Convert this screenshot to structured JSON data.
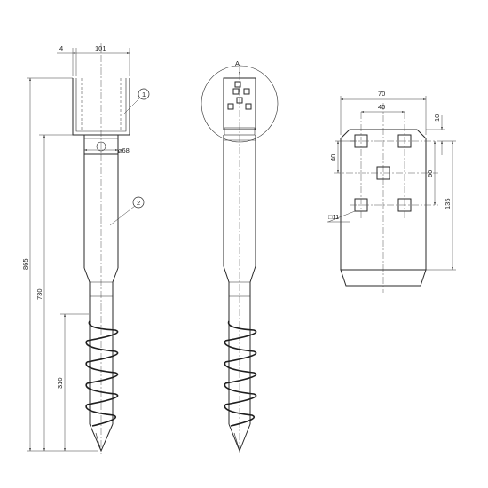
{
  "dimensions": {
    "wall_thickness": "4",
    "socket_width": "101",
    "pipe_diameter": "⌀68",
    "total_length": "865",
    "shaft_length": "730",
    "helix_length": "310",
    "plate_width": "70",
    "hole_spacing": "40",
    "top_offset": "10",
    "side_offset": "40",
    "center_spacing": "60",
    "plate_height": "135",
    "hole_size": "□11"
  },
  "callouts": {
    "socket": "1",
    "pipe": "2"
  },
  "section_label": "A"
}
